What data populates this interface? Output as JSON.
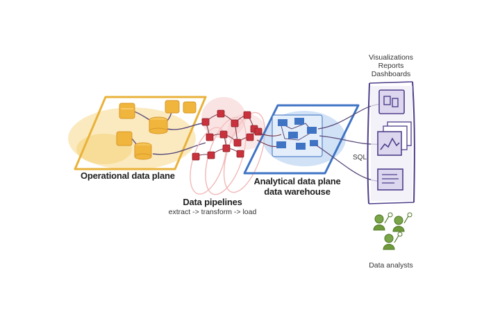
{
  "labels": {
    "operational": "Operational data plane",
    "pipelines_title": "Data pipelines",
    "pipelines_sub": "extract -> transform -> load",
    "analytical_line1": "Analytical data plane",
    "analytical_line2": "data warehouse",
    "sql": "SQL",
    "consumers_line1": "Visualizations",
    "consumers_line2": "Reports",
    "consumers_line3": "Dashboards",
    "analysts": "Data analysts"
  },
  "colors": {
    "operational": "#e9b23a",
    "operational_fill": "#f7d98a",
    "pipelines": "#c9323c",
    "pipelines_soft": "#f2b7b7",
    "analytical": "#3f73c4",
    "analytical_fill": "#b9d3f1",
    "consumers": "#4e3d8a",
    "consumers_fill": "#dcd7ee",
    "analysts": "#6f9a3a",
    "connector": "#5a4a7a"
  },
  "icons": {
    "operational": "database-icon",
    "pipelines": "pipeline-node-icon",
    "warehouse": "warehouse-table-icon",
    "consumers": [
      "visualization-icon",
      "chart-report-icon",
      "dashboard-icon"
    ],
    "analysts": "analyst-person-icon"
  }
}
